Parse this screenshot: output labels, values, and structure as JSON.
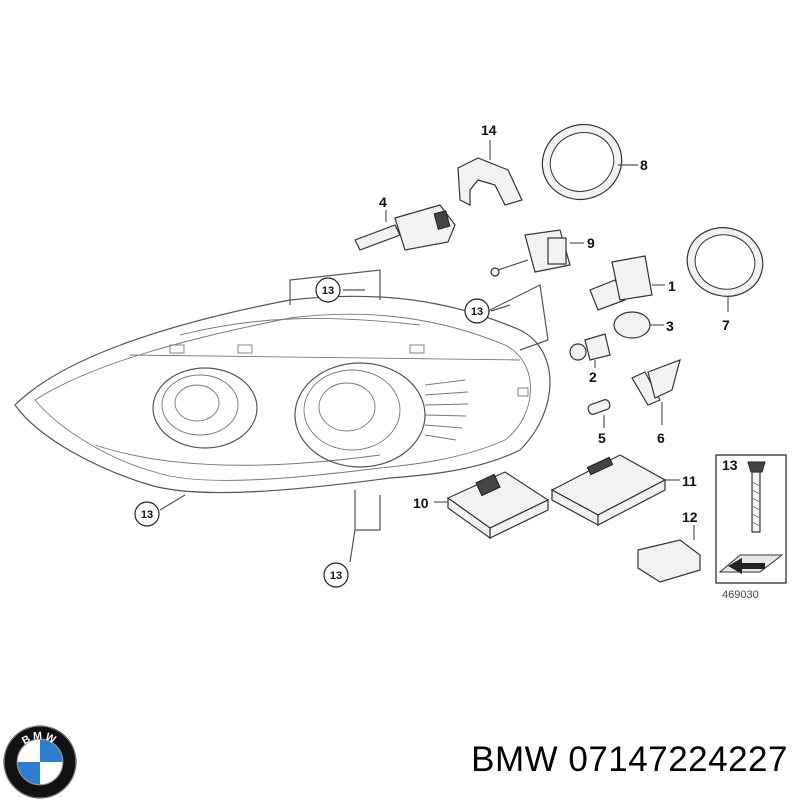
{
  "diagram": {
    "callouts": {
      "c1": "1",
      "c2": "2",
      "c3": "3",
      "c4": "4",
      "c5": "5",
      "c6": "6",
      "c7": "7",
      "c8": "8",
      "c9": "9",
      "c10": "10",
      "c11": "11",
      "c12": "12",
      "c13_detail": "13",
      "c14": "14",
      "c13_circle_a": "13",
      "c13_circle_b": "13",
      "c13_circle_c": "13",
      "c13_circle_d": "13"
    },
    "drawing_code": "469030"
  },
  "footer": {
    "logo_text": "BMW",
    "caption": "BMW 07147224227"
  }
}
